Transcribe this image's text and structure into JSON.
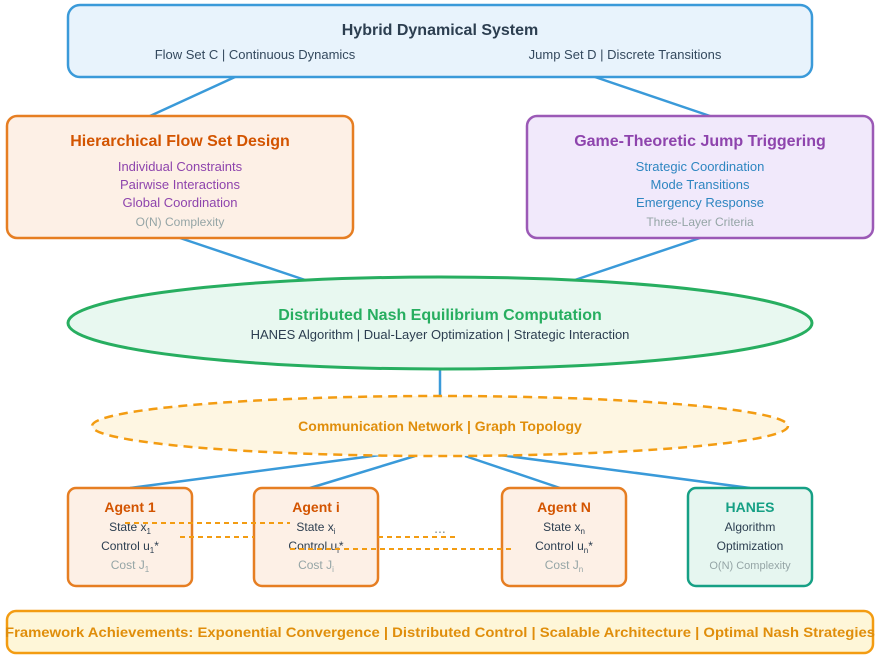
{
  "colors": {
    "blue": "#3a9ad9",
    "orange": "#e67e22",
    "purple": "#9b59b6",
    "green": "#27ae60",
    "teal": "#16a085"
  },
  "hybrid": {
    "title": "Hybrid Dynamical System",
    "flow": "Flow Set C | Continuous Dynamics",
    "jump": "Jump Set D | Discrete Transitions"
  },
  "flow_design": {
    "title": "Hierarchical Flow Set Design",
    "items": [
      "Individual Constraints",
      "Pairwise Interactions",
      "Global Coordination"
    ],
    "note": "O(N) Complexity"
  },
  "jump_trigger": {
    "title": "Game-Theoretic Jump Triggering",
    "items": [
      "Strategic Coordination",
      "Mode Transitions",
      "Emergency Response"
    ],
    "note": "Three-Layer Criteria"
  },
  "nash": {
    "title": "Distributed Nash Equilibrium Computation",
    "subtitle": "HANES Algorithm | Dual-Layer Optimization | Strategic Interaction"
  },
  "network": {
    "label": "Communication Network | Graph Topology"
  },
  "agents": [
    {
      "title": "Agent 1",
      "state": "State x",
      "state_sub": "1",
      "control": "Control u",
      "control_sub": "1",
      "control_sup": "*",
      "cost": "Cost J",
      "cost_sub": "1"
    },
    {
      "title": "Agent i",
      "state": "State x",
      "state_sub": "i",
      "control": "Control u",
      "control_sub": "i",
      "control_sup": "*",
      "cost": "Cost J",
      "cost_sub": "i"
    },
    {
      "title": "Agent N",
      "state": "State x",
      "state_sub": "n",
      "control": "Control u",
      "control_sub": "n",
      "control_sup": "*",
      "cost": "Cost J",
      "cost_sub": "n"
    }
  ],
  "ellipsis": "...",
  "hanes": {
    "title": "HANES",
    "line1": "Algorithm",
    "line2": "Optimization",
    "note": "O(N) Complexity"
  },
  "footer": "Framework Achievements: Exponential Convergence | Distributed Control | Scalable Architecture | Optimal Nash Strategies"
}
